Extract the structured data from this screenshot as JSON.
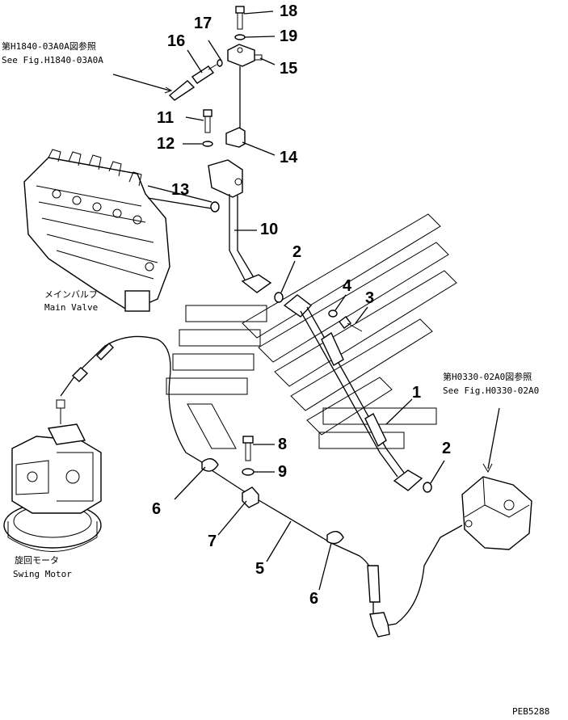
{
  "diagram_code": "PEB5288",
  "references": [
    {
      "jp": "第H1840-03A0A図参照",
      "en": "See Fig.H1840-03A0A"
    },
    {
      "jp": "第H0330-02A0図参照",
      "en": "See Fig.H0330-02A0"
    }
  ],
  "components": {
    "main_valve": {
      "jp": "メインバルブ",
      "en": "Main Valve"
    },
    "swing_motor": {
      "jp": "旋回モータ",
      "en": "Swing Motor"
    }
  },
  "callouts": [
    "18",
    "19",
    "17",
    "16",
    "15",
    "11",
    "12",
    "14",
    "13",
    "10",
    "2",
    "4",
    "3",
    "1",
    "2",
    "8",
    "9",
    "6",
    "7",
    "5",
    "6"
  ]
}
